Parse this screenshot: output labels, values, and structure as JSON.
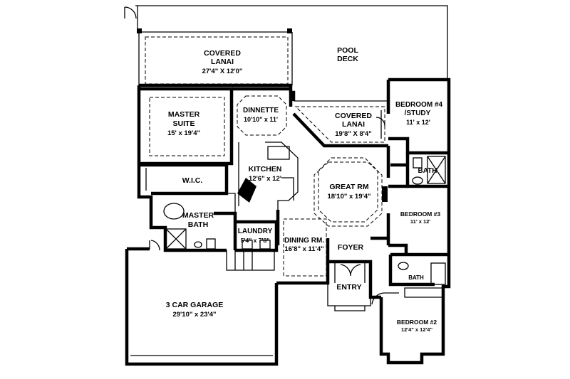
{
  "rooms": {
    "pool_deck": {
      "name_line1": "POOL",
      "name_line2": "DECK"
    },
    "lanai_rear": {
      "name_line1": "COVERED",
      "name_line2": "LANAI",
      "size": "27'4\" X 12'0\""
    },
    "lanai_side": {
      "name_line1": "COVERED",
      "name_line2": "LANAI",
      "size": "19'8\" X 8'4\""
    },
    "master_suite": {
      "name_line1": "MASTER",
      "name_line2": "SUITE",
      "size": "15' x 19'4\""
    },
    "dinnette": {
      "name": "DINNETTE",
      "size": "10'10\" x 11'"
    },
    "kitchen": {
      "name": "KITCHEN",
      "size": "12'6\" x 12'"
    },
    "great_room": {
      "name": "GREAT RM",
      "size": "18'10\" x 19'4\""
    },
    "bedroom4": {
      "name_line1": "BEDROOM #4",
      "name_line2": "/STUDY",
      "size": "11' x 12'"
    },
    "bath_upper": {
      "name": "BATH"
    },
    "bedroom3": {
      "name": "BEDROOM #3",
      "size": "11' x 12'"
    },
    "wic": {
      "name": "W.I.C."
    },
    "master_bath": {
      "name_line1": "MASTER",
      "name_line2": "BATH"
    },
    "laundry": {
      "name": "LAUNDRY",
      "size": "5'4\" x 7'8\""
    },
    "dining": {
      "name": "DINING RM.",
      "size": "16'8\" x 11'4\""
    },
    "foyer": {
      "name": "FOYER"
    },
    "entry": {
      "name": "ENTRY"
    },
    "bath_lower": {
      "name": "BATH"
    },
    "garage": {
      "name": "3 CAR GARAGE",
      "size": "29'10\" x 23'4\""
    },
    "bedroom2": {
      "name": "BEDROOM #2",
      "size": "12'4\" x 12'4\""
    }
  }
}
